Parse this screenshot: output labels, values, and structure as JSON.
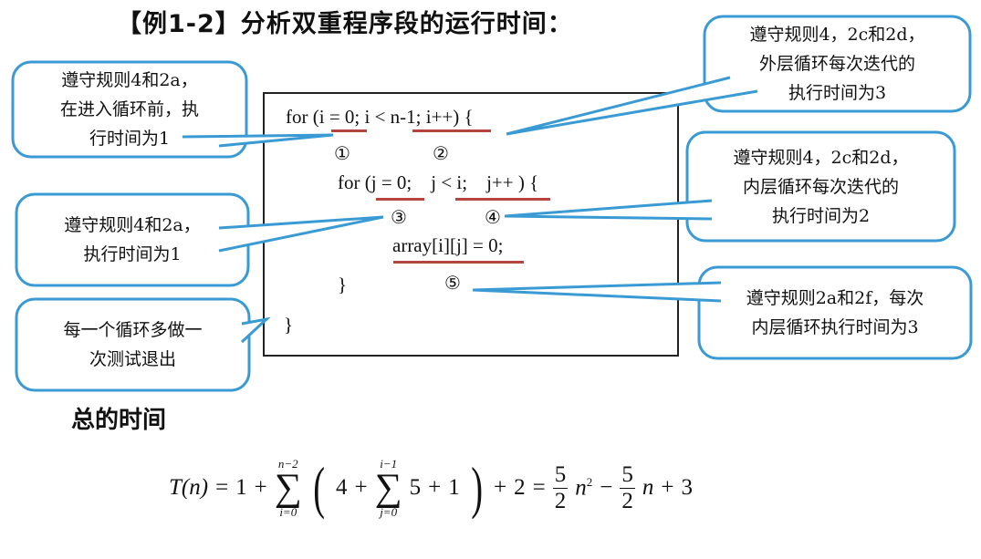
{
  "title": "【例1-2】分析双重程序段的运行时间：",
  "code": {
    "line1": "for (i = 0; i < n-1; i++) {",
    "line2": "for (j = 0;    j < i;    j++ ) {",
    "line3": "array[i][j] = 0;",
    "line4": "}",
    "line5": "}",
    "markers": [
      "①",
      "②",
      "③",
      "④",
      "⑤"
    ]
  },
  "callouts": [
    {
      "lines": [
        "遵守规则4和2a，",
        "在进入循环前，执",
        "行时间为1"
      ]
    },
    {
      "lines": [
        "遵守规则4，2c和2d，",
        "外层循环每次迭代的",
        "执行时间为3"
      ]
    },
    {
      "lines": [
        "遵守规则4，2c和2d，",
        "内层循环每次迭代的",
        "执行时间为2"
      ]
    },
    {
      "lines": [
        "遵守规则4和2a，",
        "执行时间为1"
      ]
    },
    {
      "lines": [
        "遵守规则2a和2f，每次",
        "内层循环执行时间为3"
      ]
    },
    {
      "lines": [
        "每一个循环多做一",
        "次测试退出"
      ]
    }
  ],
  "total_label": "总的时间",
  "formula": {
    "lhs": "T(n)",
    "eq": "=",
    "one": "1",
    "plus": "+",
    "sum1_upper": "n−2",
    "sum1_lower": "i=0",
    "sigma": "∑",
    "four": "4",
    "sum2_upper": "i−1",
    "sum2_lower": "j=0",
    "five": "5",
    "two": "2",
    "rhs_num1": "5",
    "rhs_den1": "2",
    "n2": "n",
    "sq": "2",
    "minus": "−",
    "rhs_num2": "5",
    "rhs_den2": "2",
    "n1": "n",
    "three": "3",
    "lparen": "(",
    "rparen": ")"
  },
  "colors": {
    "callout_border": "#3a9bd4",
    "underline": "#b5443f"
  }
}
